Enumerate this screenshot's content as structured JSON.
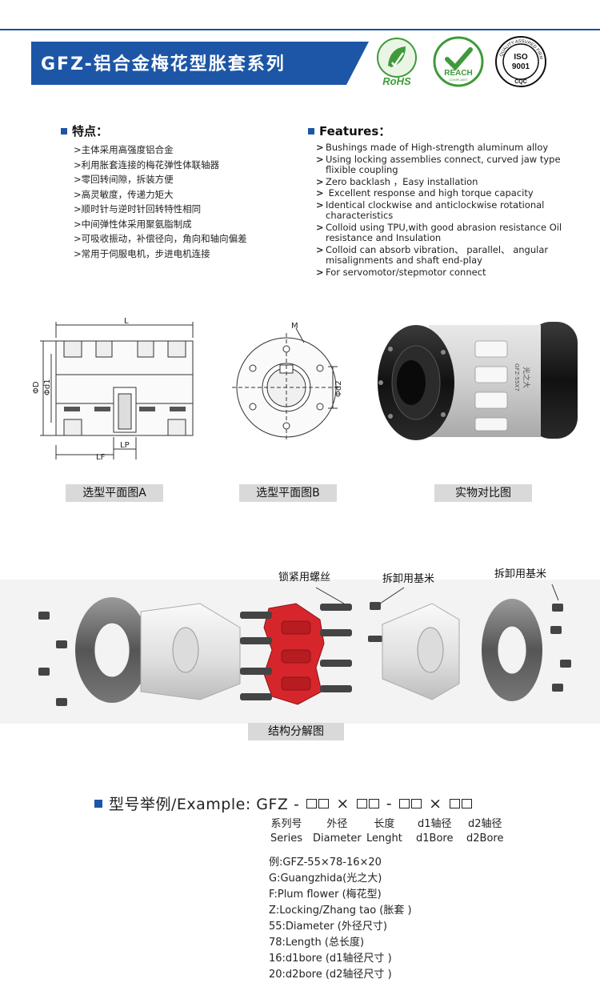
{
  "title": "GFZ-铝合金梅花型胀套系列",
  "certs": {
    "rohs": "RoHS",
    "reach": "REACH",
    "reach_sub": "COMPLIANT",
    "iso": "ISO",
    "iso_num": "9001",
    "iso_ring": "QUALITY ASSURED FIRM",
    "cqc": "CQC"
  },
  "features_cn": {
    "heading": "特点：",
    "items": [
      ">主体采用高强度铝合金",
      ">利用胀套连接的梅花弹性体联轴器",
      ">零回转间隙，拆装方便",
      ">高灵敏度，传递力矩大",
      ">顺时针与逆时针回转特性相同",
      ">中间弹性体采用聚氨脂制成",
      ">可吸收振动，补偿径向，角向和轴向偏差",
      ">常用于伺服电机，步进电机连接"
    ]
  },
  "features_en": {
    "heading": "Features：",
    "items": [
      "Bushings  made  of High-strength aluminum alloy",
      "Using locking assemblies connect, curved jaw type flixible coupling",
      "Zero backlash ，Easy installation",
      " Excellent response and high torque capacity",
      "Identical  clockwise and anticlockwise rotational characteristics",
      "Colloid  using TPU,with good abrasion resistance  Oil resistance and Insulation",
      "Colloid  can  absorb vibration、 parallel、 angular  misalignments and shaft end-play",
      "For servomotor/stepmotor connect"
    ],
    "bullet": ">"
  },
  "drawing_a": {
    "L": "L",
    "LF": "LF",
    "LP": "LP",
    "D": "ΦD",
    "d1": "Φd1"
  },
  "drawing_b": {
    "M": "M",
    "d2": "Φd2"
  },
  "product_photo": {
    "engraving": "光之大",
    "model": "GFZ-55X7"
  },
  "captions": {
    "a": "选型平面图A",
    "b": "选型平面图B",
    "photo": "实物对比图",
    "exploded": "结构分解图"
  },
  "exploded_labels": {
    "screw": "锁紧用螺丝",
    "remove1": "拆卸用基米",
    "remove2": "拆卸用基米"
  },
  "example": {
    "prefix": "型号举例/Example: GFZ -",
    "times1": "×",
    "dash": "-",
    "times2": "×",
    "legend": [
      {
        "cn": "系列号",
        "en": "Series"
      },
      {
        "cn": "外径",
        "en": "Diameter"
      },
      {
        "cn": "长度",
        "en": "Lenght"
      },
      {
        "cn": "d1轴径",
        "en": "d1Bore"
      },
      {
        "cn": "d2轴径",
        "en": "d2Bore"
      }
    ],
    "lines": [
      "例:GFZ-55×78-16×20",
      "G:Guangzhida(光之大)",
      "F:Plum flower (梅花型)",
      "Z:Locking/Zhang tao (胀套 )",
      "55:Diameter (外径尺寸)",
      "78:Length (总长度)",
      "16:d1bore (d1轴径尺寸 )",
      "20:d2bore (d2轴径尺寸 )"
    ]
  },
  "colors": {
    "brand": "#1d56a6",
    "caption_bg": "#d9d9d9",
    "spider": "#d7262b",
    "rohs": "#3e9a3a"
  }
}
